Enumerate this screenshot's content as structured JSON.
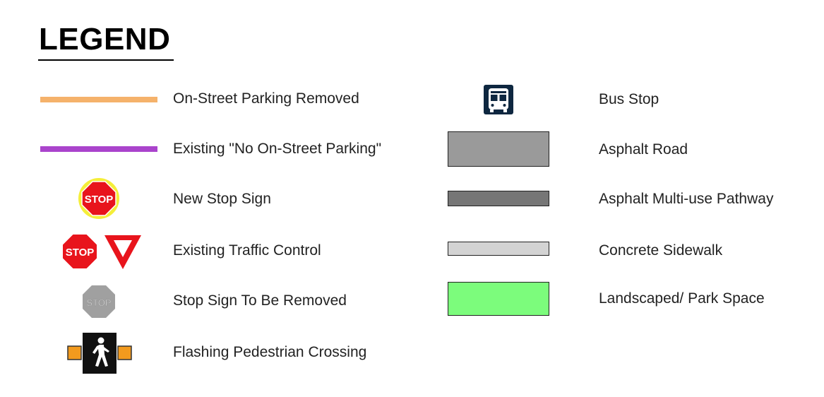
{
  "title": "LEGEND",
  "left_column": [
    {
      "symbol": "orange-line",
      "label": "On-Street Parking Removed",
      "color": "#F5B26B"
    },
    {
      "symbol": "purple-line",
      "label": "Existing \"No On-Street Parking\"",
      "color": "#AA44CC"
    },
    {
      "symbol": "stop-sign-highlighted-icon",
      "label": "New Stop Sign",
      "sign_text": "STOP",
      "color": "#E8141C",
      "highlight": "#F5EE3A"
    },
    {
      "symbol": "stop-and-yield-sign-icons",
      "label": "Existing Traffic Control",
      "sign_text": "STOP",
      "color": "#E8141C"
    },
    {
      "symbol": "grey-stop-sign-icon",
      "label": "Stop Sign To Be Removed",
      "sign_text": "STOP",
      "color": "#A0A0A0"
    },
    {
      "symbol": "pedestrian-crossing-icon",
      "label": "Flashing Pedestrian Crossing",
      "color": "#F29A1E"
    }
  ],
  "right_column": [
    {
      "symbol": "bus-icon",
      "label": "Bus Stop",
      "color": "#0E2740"
    },
    {
      "symbol": "swatch",
      "label": "Asphalt Road",
      "color": "#9A9A9A"
    },
    {
      "symbol": "swatch",
      "label": "Asphalt Multi-use Pathway",
      "color": "#767676"
    },
    {
      "symbol": "swatch",
      "label": "Concrete Sidewalk",
      "color": "#D3D3D3"
    },
    {
      "symbol": "swatch",
      "label": "Landscaped/ Park Space",
      "color": "#7CFC7C"
    }
  ]
}
